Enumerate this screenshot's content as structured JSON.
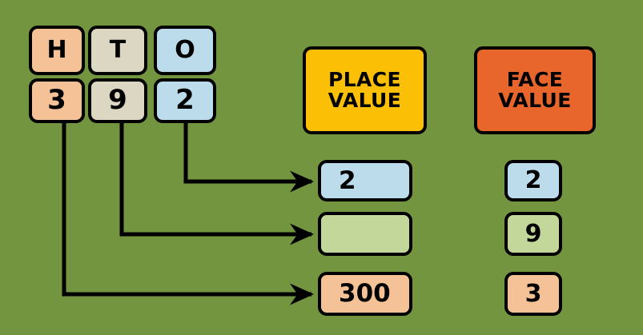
{
  "background_color": "#749540",
  "palette": {
    "peach": "#f5c196",
    "beige": "#dcd7c3",
    "blue": "#bcdceb",
    "lightgreen": "#c3d79b",
    "gold": "#fbc006",
    "orange": "#e8652b",
    "outline": "#000000"
  },
  "place_table": {
    "headers": [
      {
        "label": "H",
        "meaning": "hundreds",
        "color": "#f5c196"
      },
      {
        "label": "T",
        "meaning": "tens",
        "color": "#dcd7c3"
      },
      {
        "label": "O",
        "meaning": "ones",
        "color": "#bcdceb"
      }
    ],
    "digits": [
      {
        "label": "3",
        "color": "#f5c196"
      },
      {
        "label": "9",
        "color": "#dcd7c3"
      },
      {
        "label": "2",
        "color": "#bcdceb"
      }
    ]
  },
  "place_value_column": {
    "title_line1": "PLACE",
    "title_line2": "VALUE",
    "title_color": "#fbc006",
    "boxes": [
      {
        "label": "2",
        "color": "#bcdceb",
        "empty": false
      },
      {
        "label": "",
        "color": "#c3d79b",
        "empty": true
      },
      {
        "label": "300",
        "color": "#f5c196",
        "empty": false
      }
    ]
  },
  "face_value_column": {
    "title_line1": "FACE",
    "title_line2": "VALUE",
    "title_color": "#e8652b",
    "boxes": [
      {
        "label": "2",
        "color": "#bcdceb"
      },
      {
        "label": "9",
        "color": "#c3d79b"
      },
      {
        "label": "3",
        "color": "#f5c196"
      }
    ]
  },
  "connectors": [
    {
      "from": "ones-digit-2",
      "to": "place-value-box-1"
    },
    {
      "from": "tens-digit-9",
      "to": "place-value-box-2"
    },
    {
      "from": "hundreds-digit-3",
      "to": "place-value-box-3"
    }
  ]
}
